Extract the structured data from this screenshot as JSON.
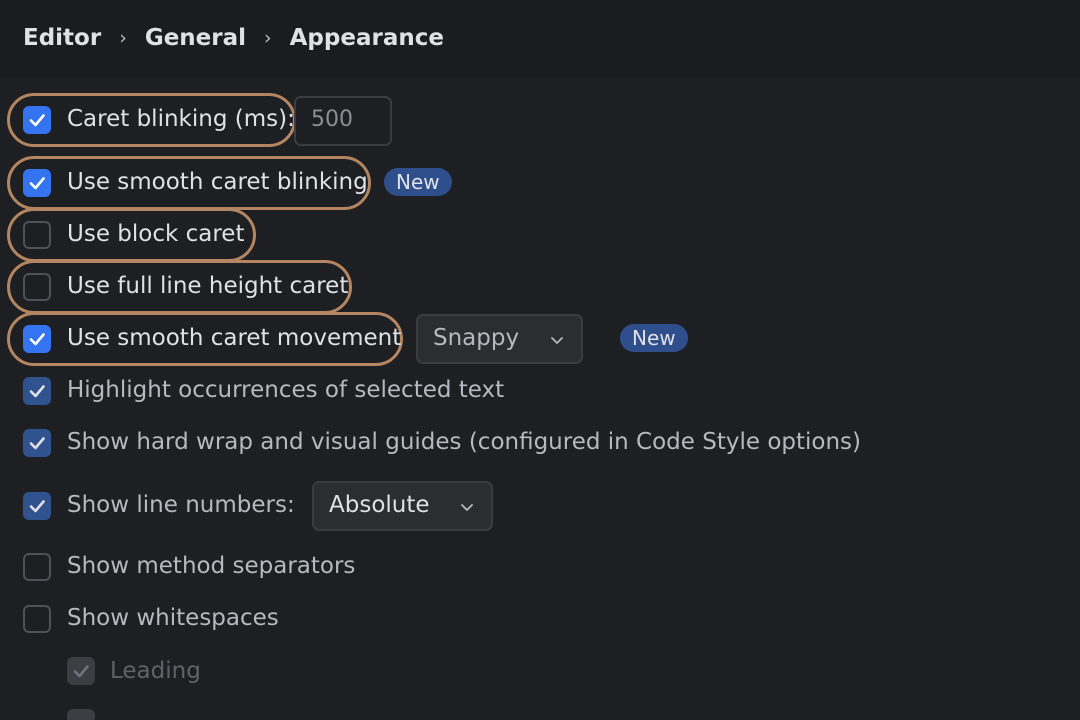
{
  "breadcrumb": {
    "items": [
      "Editor",
      "General",
      "Appearance"
    ],
    "separator": "›"
  },
  "settings": {
    "caret_blinking": {
      "label": "Caret blinking (ms):",
      "checked": true,
      "value": "500"
    },
    "smooth_blinking": {
      "label": "Use smooth caret blinking",
      "checked": true,
      "badge": "New"
    },
    "block_caret": {
      "label": "Use block caret",
      "checked": false
    },
    "full_line_caret": {
      "label": "Use full line height caret",
      "checked": false
    },
    "smooth_movement": {
      "label": "Use smooth caret movement",
      "checked": true,
      "dropdown": "Snappy",
      "badge": "New"
    },
    "highlight_occurrences": {
      "label": "Highlight occurrences of selected text",
      "checked": true
    },
    "hard_wrap": {
      "label": "Show hard wrap and visual guides (configured in Code Style options)",
      "checked": true
    },
    "line_numbers": {
      "label": "Show line numbers:",
      "checked": true,
      "dropdown": "Absolute"
    },
    "method_separators": {
      "label": "Show method separators",
      "checked": false
    },
    "whitespaces": {
      "label": "Show whitespaces",
      "checked": false
    },
    "leading": {
      "label": "Leading",
      "checked": true,
      "disabled": true
    }
  },
  "icons": {
    "check": "checkmark-icon",
    "chevron": "chevron-down-icon"
  },
  "colors": {
    "accent": "#3574f0",
    "highlight_outline": "#b38560",
    "badge": "#2f4f8c"
  }
}
